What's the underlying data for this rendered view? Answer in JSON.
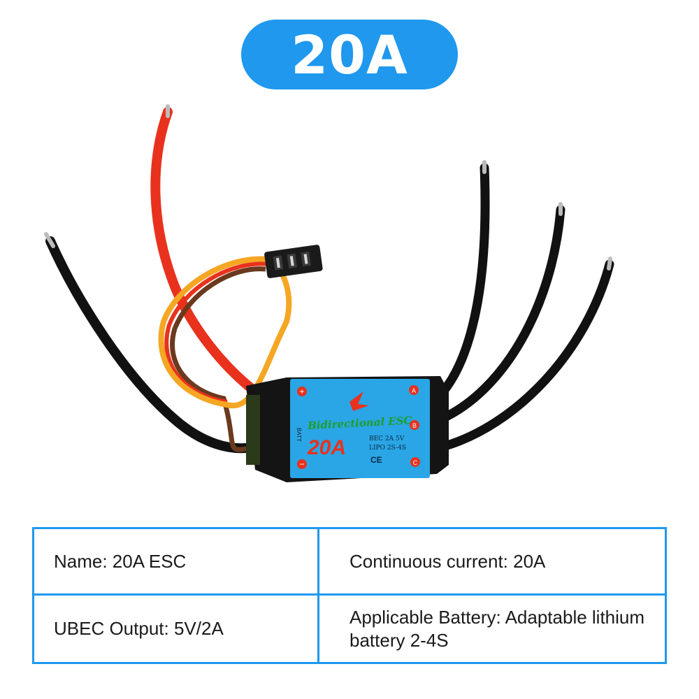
{
  "header": {
    "title": "20A"
  },
  "product": {
    "label_main": "Bidirectional ESC",
    "label_rating": "20A",
    "label_spec_line1": "BEC 2A 5V",
    "label_spec_line2": "LIPO 2S-4S",
    "label_batt": "BATT",
    "label_cert": "CE",
    "label_plus": "+",
    "label_minus": "−",
    "label_a": "A",
    "label_b": "B",
    "label_c": "C",
    "colors": {
      "sticker": "#2aa6e6",
      "body": "#111111",
      "red_wire": "#e8321e",
      "yellow_wire": "#f5a623",
      "brown_wire": "#6b3a1e"
    }
  },
  "specs": {
    "name": "Name:  20A ESC",
    "continuous_current": "Continuous current: 20A",
    "ubec_output": "UBEC Output: 5V/2A",
    "battery": "Applicable Battery: Adaptable lithium battery 2-4S"
  },
  "colors": {
    "accent": "#1f98ee"
  }
}
